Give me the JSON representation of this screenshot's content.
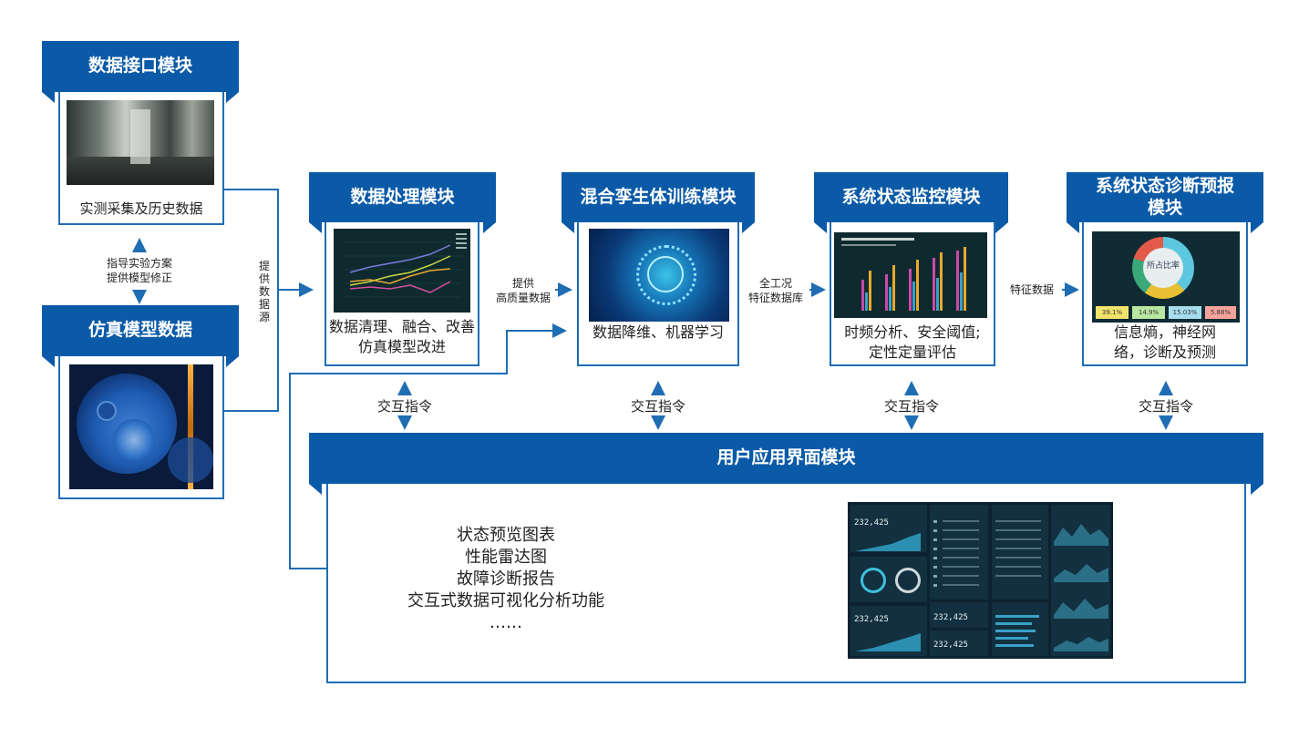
{
  "modules": {
    "interface": {
      "title": "数据接口模块",
      "caption": "实测采集及历史数据"
    },
    "sim": {
      "title": "仿真模型数据"
    },
    "processing": {
      "title": "数据处理模块",
      "caption_l1": "数据清理、融合、改善",
      "caption_l2": "仿真模型改进"
    },
    "twin": {
      "title": "混合孪生体训练模块",
      "caption": "数据降维、机器学习"
    },
    "monitor": {
      "title": "系统状态监控模块",
      "caption_l1": "时频分析、安全阈值;",
      "caption_l2": "定性定量评估"
    },
    "diagnosis": {
      "title_l1": "系统状态诊断预报",
      "title_l2": "模块",
      "caption_l1": "信息熵，神经网",
      "caption_l2": "络，诊断及预测"
    },
    "ui": {
      "title": "用户应用界面模块"
    }
  },
  "edges": {
    "guide_l1": "指导实验方案",
    "guide_l2": "提供模型修正",
    "source": [
      "提",
      "供",
      "数",
      "据",
      "源"
    ],
    "quality_l1": "提供",
    "quality_l2": "高质量数据",
    "condition_l1": "全工况",
    "condition_l2": "特征数据库",
    "feature": "特征数据",
    "interact": "交互指令"
  },
  "features": [
    "状态预览图表",
    "性能雷达图",
    "故障诊断报告",
    "交互式数据可视化分析功能",
    "……"
  ],
  "thumb_texts": {
    "pie_title": "所占比率",
    "pcts": [
      "39.1%",
      "14.9%",
      "15.03%",
      "5.88%"
    ],
    "dash_values": [
      "232,425",
      "232,425",
      "232,425",
      "232,425"
    ]
  },
  "colors": {
    "primary": "#0b5aa7",
    "border": "#1f6db3",
    "line": "#1f6db3"
  }
}
